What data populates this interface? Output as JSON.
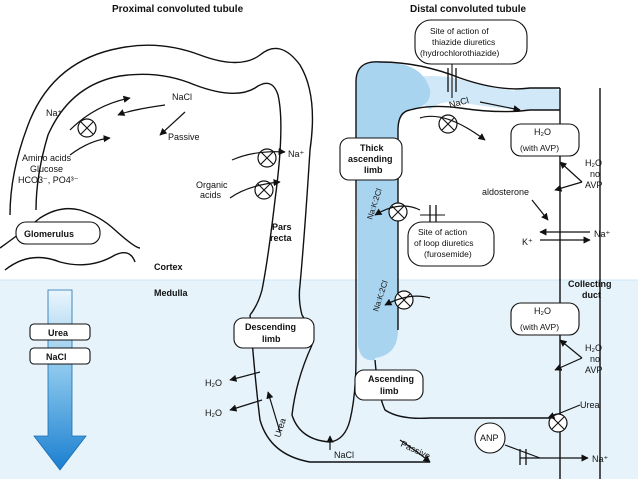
{
  "titles": {
    "proximal": "Proximal convoluted tubule",
    "distal": "Distal convoluted tubule"
  },
  "regions": {
    "cortex": "Cortex",
    "medulla": "Medulla"
  },
  "proximal": {
    "na": "Na⁺",
    "nacl": "NaCl",
    "passive": "Passive",
    "solutes": [
      "Amino acids",
      "Glucose",
      "HCO3⁻, PO4³⁻"
    ],
    "glomerulus": "Glomerulus",
    "na2": "Na⁺",
    "organic": [
      "Organic",
      "acids"
    ],
    "pars": [
      "Pars",
      "recta"
    ]
  },
  "gradient": {
    "urea": "Urea",
    "nacl": "NaCl"
  },
  "descending": {
    "label": [
      "Descending",
      "limb"
    ],
    "h2o_1": "H₂O",
    "h2o_2": "H₂O",
    "urea": "Urea"
  },
  "ascending": {
    "label": [
      "Ascending",
      "limb"
    ],
    "nacl": "NaCl",
    "passive": "Passive"
  },
  "thick": {
    "label": [
      "Thick",
      "ascending",
      "limb"
    ],
    "nak2cl_1": "Na:K:2Cl",
    "nak2cl_2": "Na:K:2Cl"
  },
  "loop_diuretics": [
    "Site of action",
    "of loop diuretics",
    "(furosemide)"
  ],
  "thiazide": [
    "Site of action of",
    "thiazide diuretics",
    "(hydrochlorothiazide)"
  ],
  "distal": {
    "nacl": "NaCl"
  },
  "collecting": {
    "h2o_avp_1": [
      "H₂O",
      "(with AVP)"
    ],
    "h2o_no_avp_1": [
      "H₂O",
      "no",
      "AVP"
    ],
    "aldosterone": "aldosterone",
    "na": "Na⁺",
    "k": "K⁺",
    "label": [
      "Collecting",
      "duct"
    ],
    "h2o_avp_2": [
      "H₂O",
      "(with AVP)"
    ],
    "h2o_no_avp_2": [
      "H₂O",
      "no",
      "AVP"
    ],
    "urea": "Urea",
    "anp": "ANP",
    "na_bottom": "Na⁺"
  },
  "colors": {
    "medulla": "#e6f3fb",
    "thick_fill": "#a9d4f0",
    "distal_fill": "#d0e8f7",
    "arrow_top": "#dff0fb",
    "arrow_bottom": "#1a7fd0"
  }
}
